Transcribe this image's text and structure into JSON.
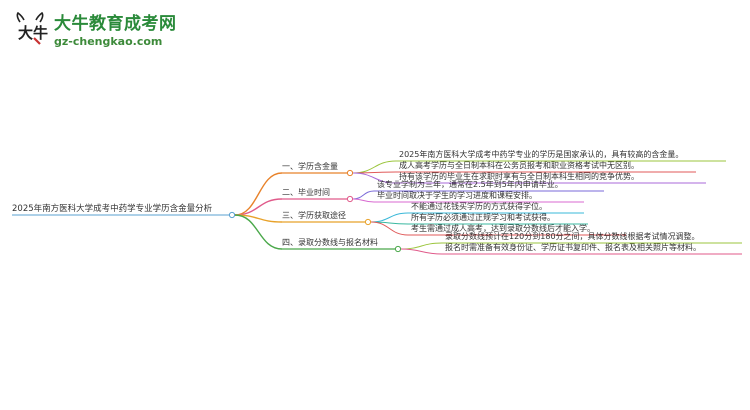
{
  "logo": {
    "site_name": "大牛教育成考网",
    "site_url": "gz-chengkao.com",
    "mascot_text": "大牛"
  },
  "mindmap": {
    "root": "2025年南方医科大学成考中药学专业学历含金量分析",
    "branches": [
      {
        "label": "一、学历含金量",
        "color": "#e8822a",
        "items": [
          "2025年南方医科大学成考中药学专业的学历是国家承认的，具有较高的含金量。",
          "成人高考学历与全日制本科在公务员报考和职业资格考试中无区别。",
          "持有该学历的毕业生在求职时享有与全日制本科生相同的竞争优势。"
        ],
        "item_colors": [
          "#9bc53d",
          "#e05a5a",
          "#a86ad8"
        ]
      },
      {
        "label": "二、毕业时间",
        "color": "#e05a8a",
        "items": [
          "该专业学制为三年，通常在2.5年到5年内申请毕业。",
          "毕业时间取决于学生的学习进度和课程安排。"
        ],
        "item_colors": [
          "#7a6ad8",
          "#d86ad0"
        ]
      },
      {
        "label": "三、学历获取途径",
        "color": "#e8a22a",
        "items": [
          "不能通过花钱买学历的方式获得学位。",
          "所有学历必须通过正规学习和考试获得。",
          "考生需通过成人高考，达到录取分数线后才能入学。"
        ],
        "item_colors": [
          "#3ab8d8",
          "#3ab8a0",
          "#e05a5a"
        ]
      },
      {
        "label": "四、录取分数线与报名材料",
        "color": "#4aa84a",
        "items": [
          "录取分数线预计在120分到180分之间，具体分数线根据考试情况调整。",
          "报名时需准备有效身份证、学历证书复印件、报名表及相关照片等材料。"
        ],
        "item_colors": [
          "#9bc53d",
          "#e05a8a"
        ]
      }
    ]
  }
}
